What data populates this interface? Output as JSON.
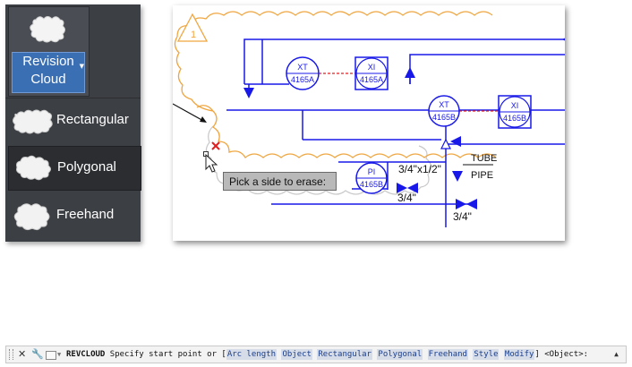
{
  "ribbon": {
    "main_button": {
      "line1": "Revision",
      "line2": "Cloud"
    },
    "items": [
      {
        "label": "Rectangular",
        "icon": "rect-cloud-icon"
      },
      {
        "label": "Polygonal",
        "icon": "polygon-cloud-icon",
        "selected": true
      },
      {
        "label": "Freehand",
        "icon": "freehand-cloud-icon"
      }
    ]
  },
  "drawing": {
    "revision_tag": "1",
    "instruments": [
      {
        "tag": "XT",
        "num": "4165A"
      },
      {
        "tag": "XI",
        "num": "4165A"
      },
      {
        "tag": "XT",
        "num": "4165B"
      },
      {
        "tag": "XI",
        "num": "4165B"
      },
      {
        "tag": "PI",
        "num": "4165B"
      }
    ],
    "labels": {
      "reducer": "3/4\"x1/2\"",
      "size_left": "3/4\"",
      "size_bottom": "3/4\"",
      "tube": "TUBE",
      "pipe": "PIPE"
    },
    "tooltip": "Pick a side to erase:"
  },
  "command_line": {
    "command": "REVCLOUD",
    "prompt": "Specify start point or [",
    "options": [
      "Arc length",
      "Object",
      "Rectangular",
      "Polygonal",
      "Freehand",
      "Style",
      "Modify"
    ],
    "suffix": "] <Object>:"
  },
  "colors": {
    "cloud": "#f0a640",
    "cloud_grey": "#c8c8c8",
    "line": "#1818e8",
    "accent": "#3b6fb3",
    "dashed": "#e02020"
  }
}
